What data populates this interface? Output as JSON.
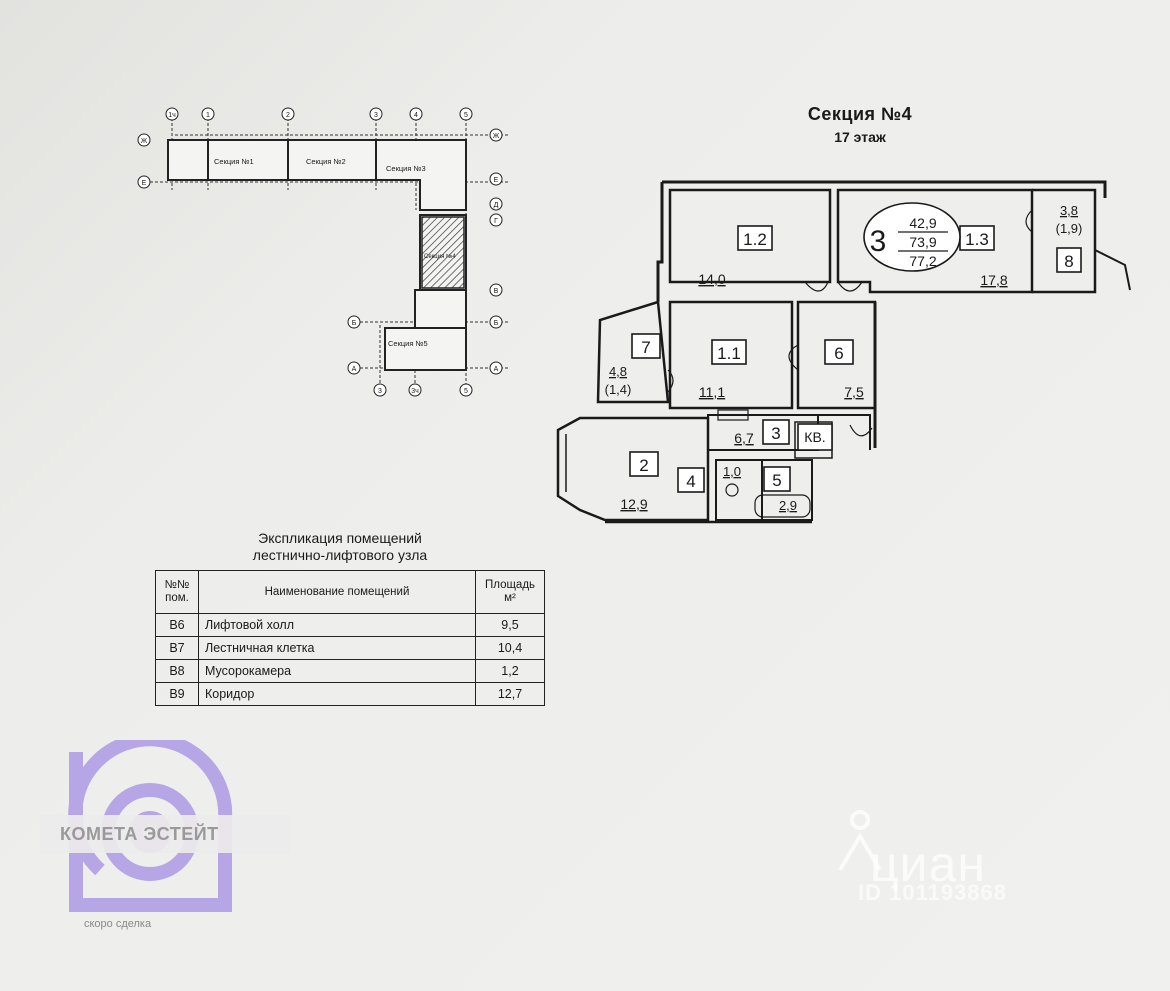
{
  "title": {
    "section": "Секция №4",
    "floor": "17 этаж"
  },
  "keyplan": {
    "sections": [
      "Секция №1",
      "Секция №2",
      "Секция №3",
      "Секция №4",
      "Секция №5"
    ],
    "axes": {
      "top": [
        "1ч",
        "1",
        "2",
        "3",
        "4",
        "5"
      ],
      "left": [
        "Ж",
        "Е"
      ],
      "right": [
        "Ж",
        "Е",
        "Д",
        "Г",
        "В",
        "Б",
        "А"
      ],
      "inner_left": [
        "Б",
        "А"
      ],
      "bottom": [
        "3",
        "3ч",
        "5"
      ]
    }
  },
  "apartment": {
    "rooms_count": "3",
    "area_living": "42,9",
    "area_total": "73,9",
    "area_with_balcony": "77,2"
  },
  "rooms": [
    {
      "id": "1.2",
      "area": "14,0"
    },
    {
      "id": "1.3",
      "area": "17,8"
    },
    {
      "id": "1.1",
      "area": "11,1"
    },
    {
      "id": "6",
      "area": "7,5"
    },
    {
      "id": "7",
      "area": "4,8",
      "area_reduced": "(1,4)"
    },
    {
      "id": "8",
      "area": "3,8",
      "area_reduced": "(1,9)"
    },
    {
      "id": "2",
      "area": "12,9"
    },
    {
      "id": "3",
      "area": "6,7"
    },
    {
      "id": "4",
      "area": "1,0"
    },
    {
      "id": "5",
      "area": "2,9"
    }
  ],
  "entrance_label": "КВ.",
  "explication": {
    "title_line1": "Экспликация помещений",
    "title_line2": "лестнично-лифтового узла",
    "headers": {
      "num": "№№ пом.",
      "name": "Наименование помещений",
      "area": "Площадь м²"
    },
    "rows": [
      {
        "num": "В6",
        "name": "Лифтовой холл",
        "area": "9,5"
      },
      {
        "num": "В7",
        "name": "Лестничная клетка",
        "area": "10,4"
      },
      {
        "num": "В8",
        "name": "Мусорокамера",
        "area": "1,2"
      },
      {
        "num": "В9",
        "name": "Коридор",
        "area": "12,7"
      }
    ]
  },
  "logo": {
    "name": "КОМЕТА ЭСТЕЙТ",
    "tagline": "скоро сделка",
    "accent": "#b7a6e6"
  },
  "watermark": {
    "brand": "циан",
    "id": "ID 101193868"
  }
}
